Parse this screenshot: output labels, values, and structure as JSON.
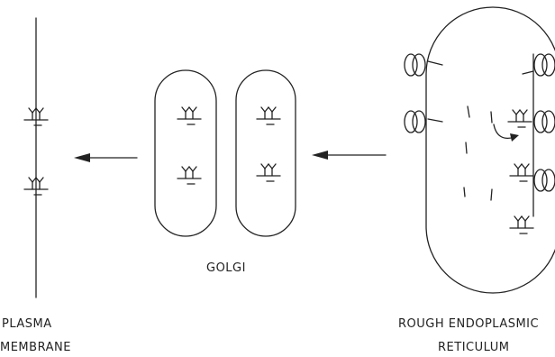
{
  "labels": {
    "golgi": "GOLGI",
    "plasma_line1": "PLASMA",
    "plasma_line2": "MEMBRANE",
    "er_line1": "ROUGH ENDOPLASMIC",
    "er_line2": "RETICULUM"
  },
  "colors": {
    "ink": "#222222",
    "background": "#ffffff"
  }
}
